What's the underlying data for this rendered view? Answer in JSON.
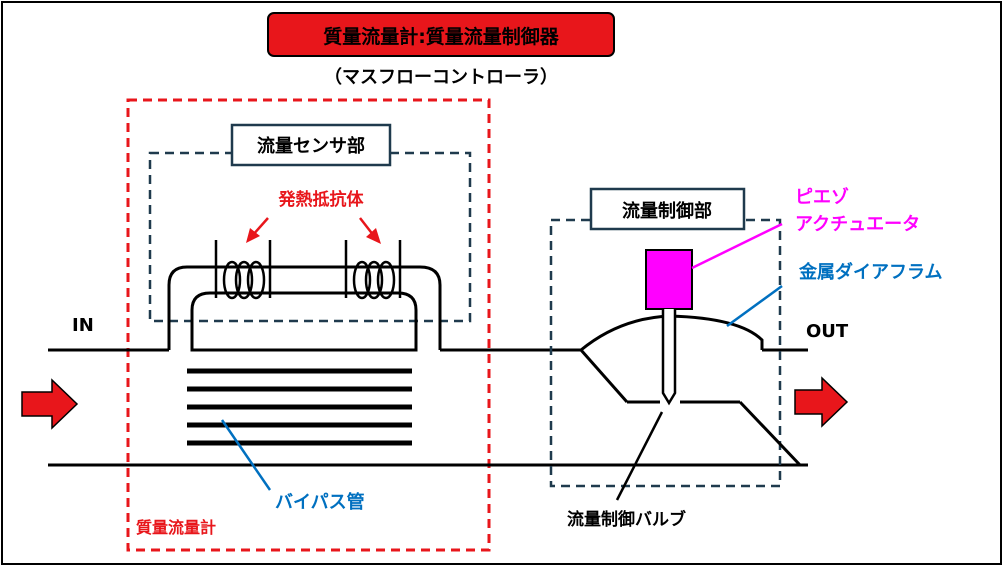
{
  "title": "質量流量計:質量流量制御器",
  "subtitle": "（マスフローコントローラ）",
  "labels": {
    "flow_sensor": "流量センサ部",
    "heating_resistor": "発熱抵抗体",
    "flow_control": "流量制御部",
    "piezo_line1": "ピエゾ",
    "piezo_line2": "アクチュエータ",
    "metal_diaphragm": "金属ダイアフラム",
    "inlet": "IN",
    "outlet": "OUT",
    "bypass_tube": "バイパス管",
    "mass_flow_meter": "質量流量計",
    "control_valve": "流量制御バルブ"
  },
  "colors": {
    "title_fill": "#e8161b",
    "red": "#e8161b",
    "magenta": "#ff00ff",
    "blue": "#0070c0",
    "dark": "#1f3a4d",
    "black": "#000000"
  },
  "icons": {
    "arrow": "right-arrow-icon",
    "coil": "coil-icon"
  }
}
